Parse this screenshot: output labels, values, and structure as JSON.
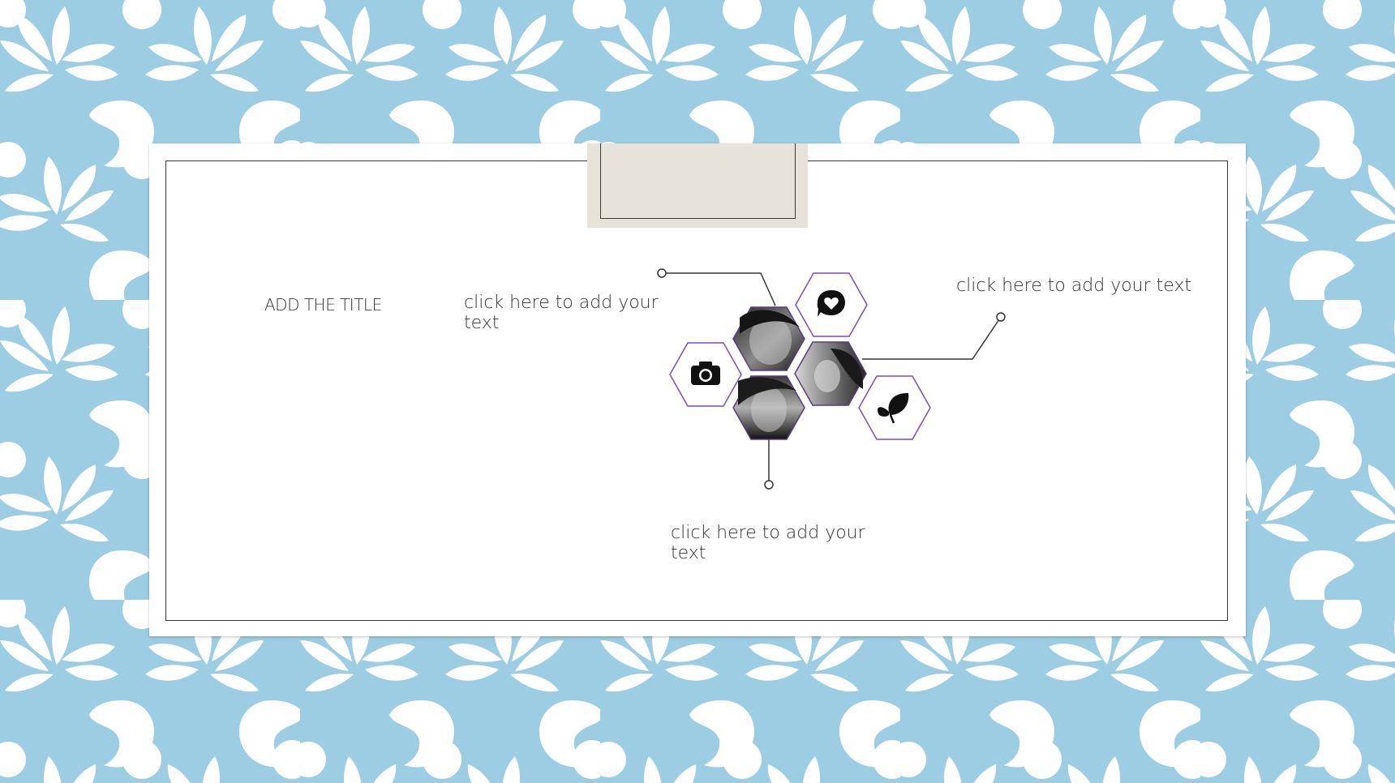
{
  "slide": {
    "title": "ADD THE TITLE",
    "text_left": "click here to add your text",
    "text_right": "click here to add your text",
    "text_bottom": "click here to add your text"
  },
  "colors": {
    "background": "#9ccde3",
    "pattern": "#ffffff",
    "tab": "#e7e2da",
    "hex_outline": "#7a4fb0",
    "line": "#333333"
  },
  "icons": [
    "camera-icon",
    "heart-chat-icon",
    "leaf-icon"
  ]
}
